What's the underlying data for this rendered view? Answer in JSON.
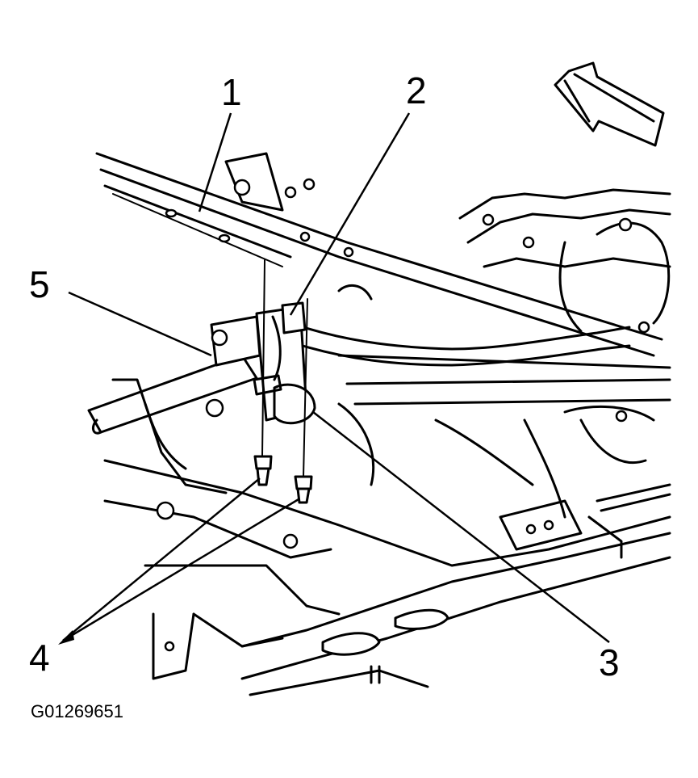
{
  "figure": {
    "callouts": {
      "c1": "1",
      "c2": "2",
      "c3": "3",
      "c4": "4",
      "c5": "5"
    },
    "figure_id": "G01269651"
  }
}
